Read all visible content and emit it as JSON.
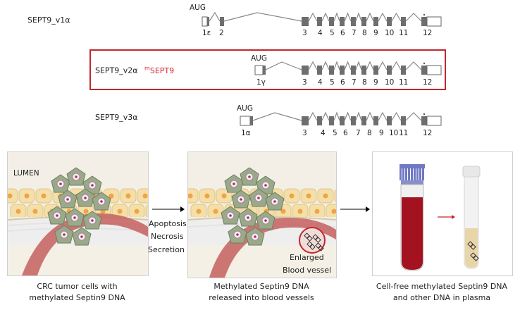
{
  "transcripts": [
    {
      "name": "SEPT9_v1α",
      "aug": "AUG",
      "first_exons": [
        "1ε",
        "2"
      ]
    },
    {
      "name": "SEPT9_v2α",
      "marker_sup": "m",
      "marker": "SEPT9",
      "aug": "AUG",
      "first_exons": [
        "1γ"
      ]
    },
    {
      "name": "SEPT9_v3α",
      "aug": "AUG",
      "first_exons": [
        "1α"
      ]
    }
  ],
  "exon_numbers": [
    "3",
    "4",
    "5",
    "6",
    "7",
    "8",
    "9",
    "10",
    "11",
    "12"
  ],
  "panels": {
    "lumen_label": "LUMEN",
    "process_labels": [
      "Apoptosis",
      "Necrosis",
      "Secretion"
    ],
    "vessel_label_1": "Enlarged",
    "vessel_label_2": "Blood vessel"
  },
  "captions": [
    {
      "line1": "CRC tumor cells with",
      "line2": "methylated Septin9 DNA"
    },
    {
      "line1": "Methylated Septin9 DNA",
      "line2": "released into blood vessels"
    },
    {
      "line1": "Cell-free methylated Septin9 DNA",
      "line2": "and other DNA in plasma"
    }
  ],
  "colors": {
    "exon": "#6e6e6e",
    "highlight": "#c0282d",
    "blood": "#a3121f",
    "plasma": "#e8d5a8",
    "cap": "#6f79c4"
  }
}
